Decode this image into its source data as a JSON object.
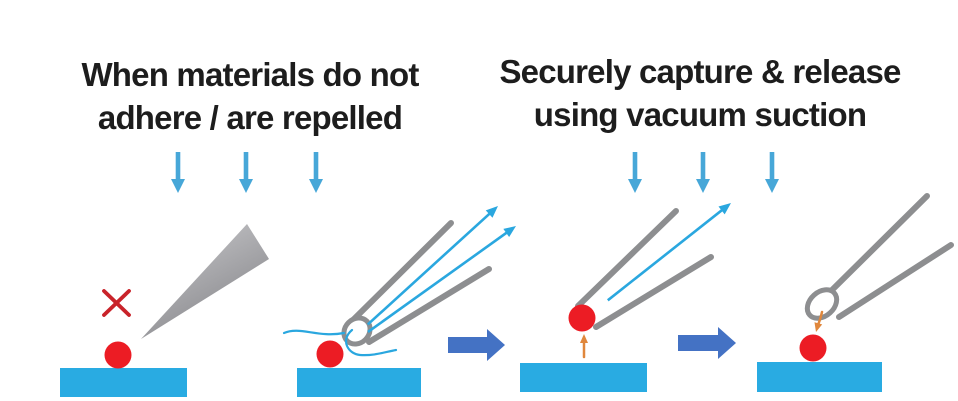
{
  "titles": {
    "left": {
      "line1": "When materials do not",
      "line2": "adhere / are repelled"
    },
    "right": {
      "line1": "Securely capture & release",
      "line2": "using vacuum suction"
    }
  },
  "colors": {
    "background": "#ffffff",
    "title_text": "#1d1d1d",
    "surface_cyan": "#29abe2",
    "ball_red": "#ec1c24",
    "cross_red": "#c9232a",
    "guide_arrow_blue": "#47a7d8",
    "flow_arrow_cyan": "#2aa7df",
    "tool_gray": "#8d8e90",
    "needle_gray_light": "#bdbdc0",
    "needle_gray_dark": "#8b8b8f",
    "step_arrow_blue": "#4472c4",
    "suction_orange": "#e0873c"
  },
  "panels": [
    {
      "id": "repelled-by-needle",
      "icons": [
        "cross-icon",
        "needle-tool",
        "sample-ball",
        "surface-block",
        "down-arrow-icon"
      ]
    },
    {
      "id": "blown-away-airflow",
      "icons": [
        "nozzle-tube",
        "airflow-swirl",
        "airflow-arrow-icon",
        "sample-ball",
        "surface-block"
      ]
    },
    {
      "id": "vacuum-capture",
      "icons": [
        "nozzle-tube",
        "suction-arrow-icon",
        "lift-arrow-icon",
        "sample-ball",
        "surface-block",
        "down-arrow-icon"
      ]
    },
    {
      "id": "vacuum-release",
      "icons": [
        "nozzle-tube",
        "nozzle-opening",
        "release-arrow-icon",
        "sample-ball",
        "surface-block"
      ]
    }
  ]
}
